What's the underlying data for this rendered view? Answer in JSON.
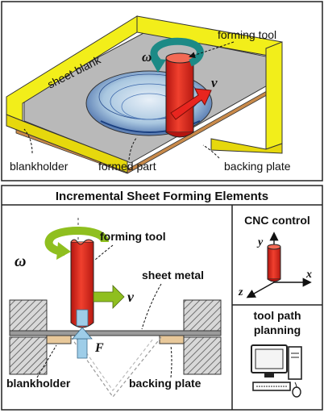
{
  "top_panel": {
    "labels": {
      "forming_tool": "forming tool",
      "sheet_blank": "sheet blank",
      "omega": "ω",
      "v": "v",
      "blankholder": "blankholder",
      "formed_part": "formed part",
      "backing_plate": "backing plate"
    }
  },
  "bottom_panel": {
    "title": "Incremental Sheet Forming Elements",
    "left": {
      "forming_tool": "forming tool",
      "omega": "ω",
      "v": "v",
      "sheet_metal": "sheet metal",
      "force": "F",
      "blankholder": "blankholder",
      "backing_plate": "backing plate"
    },
    "cnc": {
      "title": "CNC control",
      "y": "y",
      "x": "x",
      "z": "z"
    },
    "toolpath": {
      "line1": "tool path",
      "line2": "planning"
    }
  },
  "colors": {
    "frame_yellow": "#f2ee1a",
    "tool_red": "#e8251f",
    "sheet_gray": "#bdbdbd",
    "arrow_green": "#8fbf1f",
    "arrow_blue": "#9ecde8",
    "hatch": "#555555",
    "backing_tan": "#e8c89a"
  }
}
